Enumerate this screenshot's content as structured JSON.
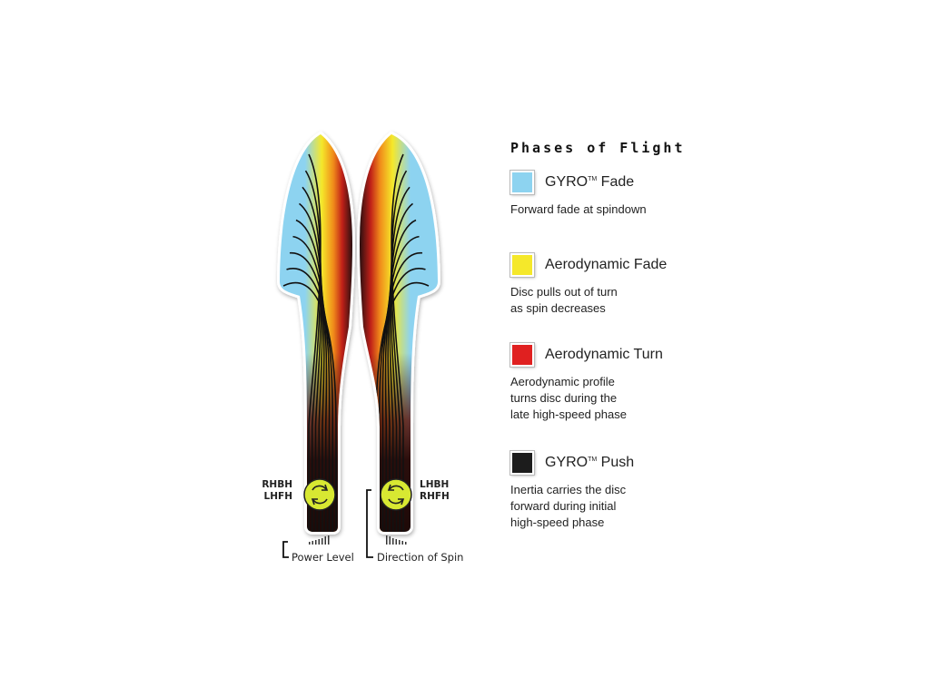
{
  "legend": {
    "title": "Phases of Flight",
    "items": [
      {
        "name": "GYRO",
        "tm": "TM",
        "suffix": " Fade",
        "color": "#8dd3f0",
        "desc": "Forward fade at spindown"
      },
      {
        "name": "Aerodynamic Fade",
        "tm": "",
        "suffix": "",
        "color": "#f5e82a",
        "desc": "Disc pulls out of turn\nas spin decreases"
      },
      {
        "name": "Aerodynamic Turn",
        "tm": "",
        "suffix": "",
        "color": "#e02020",
        "desc": "Aerodynamic profile\nturns disc during the\nlate high-speed phase"
      },
      {
        "name": "GYRO",
        "tm": "TM",
        "suffix": " Push",
        "color": "#1c1c1c",
        "desc": "Inertia carries the disc\nforward during initial\nhigh-speed phase"
      }
    ]
  },
  "diagrams": {
    "left": {
      "throw_line1": "RHBH",
      "throw_line2": "LHFH",
      "caption": "Power Level"
    },
    "right": {
      "throw_line1": "LHBH",
      "throw_line2": "RHFH",
      "caption": "Direction of Spin"
    }
  },
  "colors": {
    "gyro_fade": "#8dd3f0",
    "aero_fade": "#f5e82a",
    "aero_turn": "#e02020",
    "gyro_push": "#1c1c1c",
    "spin_button": "#d8e832"
  }
}
